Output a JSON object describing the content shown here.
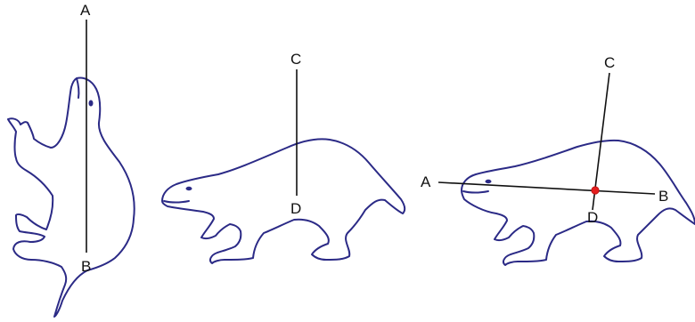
{
  "panels": [
    {
      "id": "panel-1",
      "orientation": "vertical",
      "labels": {
        "top": "A",
        "bottom": "B"
      }
    },
    {
      "id": "panel-2",
      "orientation": "horizontal",
      "labels": {
        "top": "C",
        "bottom": "D"
      }
    },
    {
      "id": "panel-3",
      "orientation": "horizontal",
      "labels": {
        "left": "A",
        "right": "B",
        "top": "C",
        "bottom": "D"
      },
      "intersection_marker": true
    }
  ],
  "colors": {
    "outline": "#2b2a86",
    "axis": "#111111",
    "intersection_marker": "#e41e1e"
  }
}
